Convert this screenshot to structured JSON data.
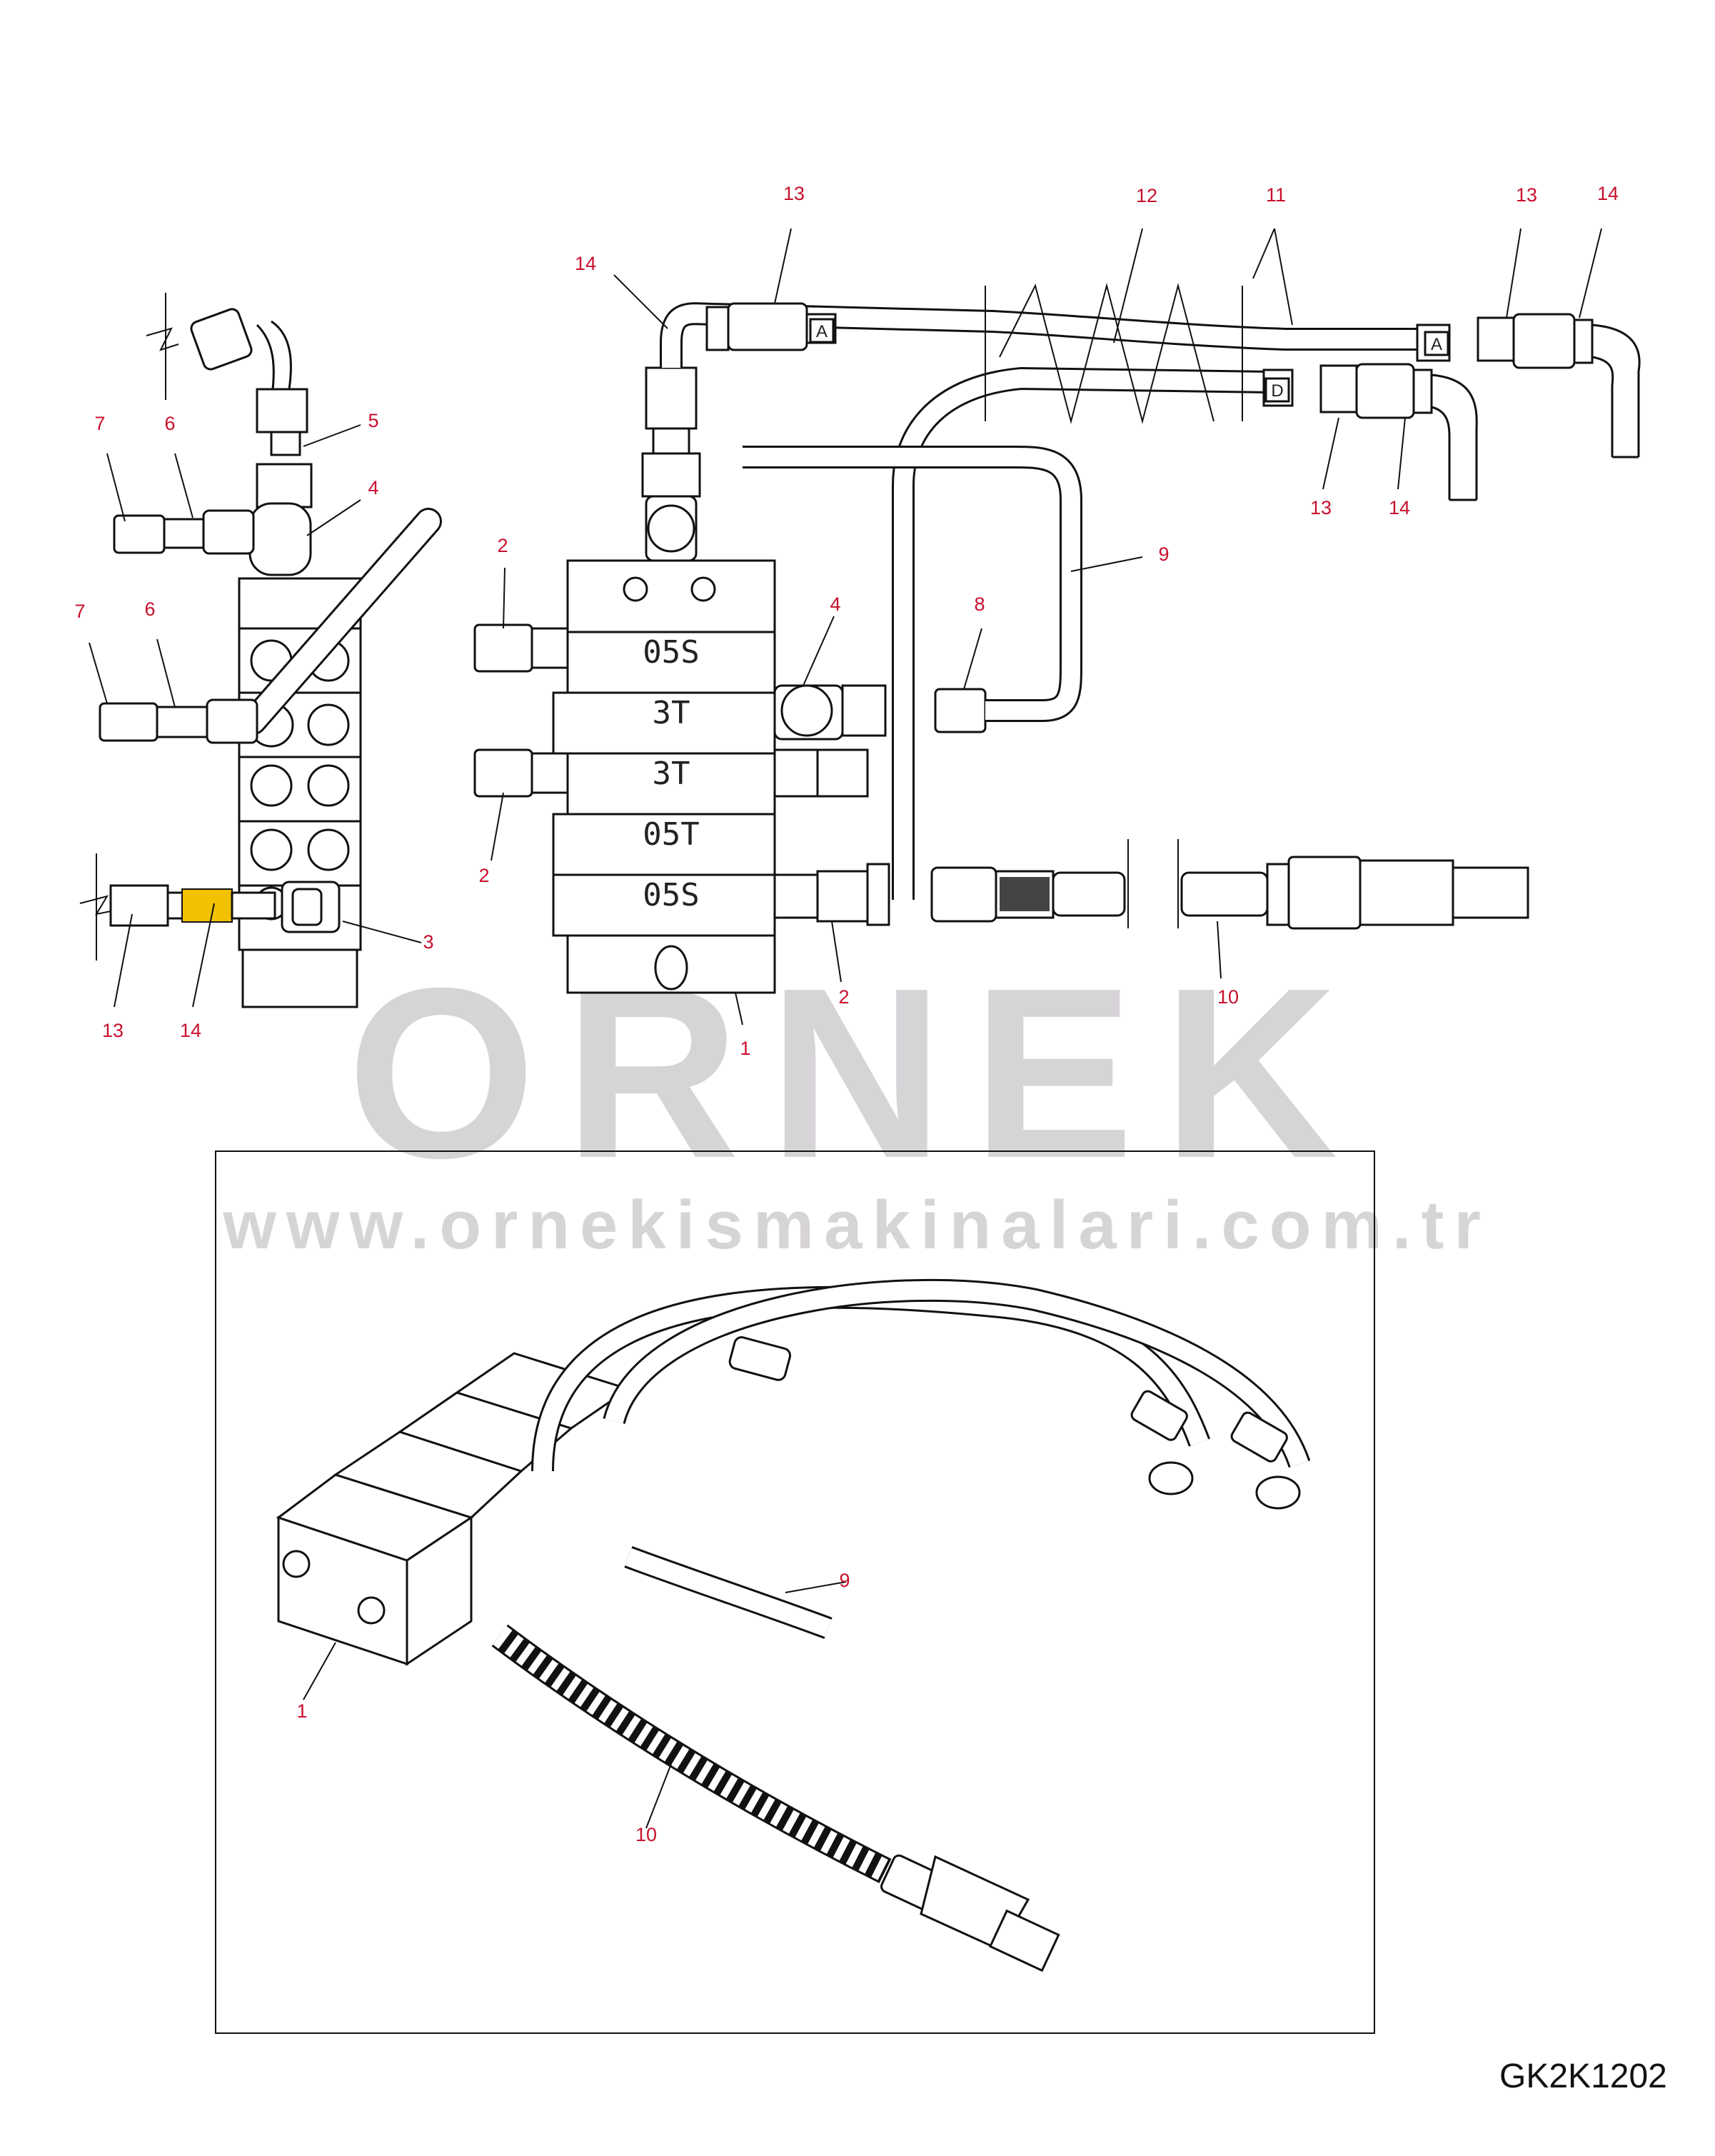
{
  "drawing_id": "GK2K1202",
  "watermark": {
    "brand": "ORNEK",
    "url": "www.ornekismakinalari.com.tr"
  },
  "block_labels": [
    "05S",
    "3T",
    "3T",
    "05T",
    "05S"
  ],
  "hose_tags": [
    "A",
    "A",
    "D"
  ],
  "callouts": {
    "left_view": [
      "7",
      "6",
      "5",
      "4",
      "7",
      "6",
      "3",
      "13",
      "14"
    ],
    "center_view": [
      "2",
      "4",
      "8",
      "2",
      "2",
      "1",
      "10"
    ],
    "top_hoses": [
      "14",
      "13",
      "12",
      "11",
      "13",
      "14",
      "9",
      "13",
      "14"
    ],
    "iso_view": [
      "9",
      "1",
      "10"
    ]
  }
}
